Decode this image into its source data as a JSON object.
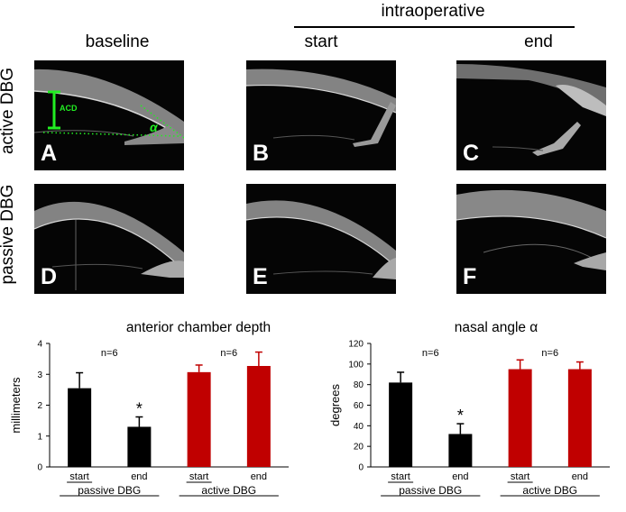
{
  "header": {
    "intraoperative": "intraoperative",
    "baseline": "baseline",
    "start": "start",
    "end": "end"
  },
  "rows": {
    "active": "active DBG",
    "passive": "passive DBG"
  },
  "panels": {
    "A": "A",
    "B": "B",
    "C": "C",
    "D": "D",
    "E": "E",
    "F": "F"
  },
  "annotations": {
    "acd": "ACD",
    "alpha": "α",
    "acd_color": "#22ee22"
  },
  "chart_data": [
    {
      "type": "bar",
      "title": "anterior chamber depth",
      "ylabel": "millimeters",
      "xlabel": "",
      "ylim": [
        0,
        4
      ],
      "yticks": [
        0,
        1,
        2,
        3,
        4
      ],
      "categories": [
        "start",
        "end",
        "start",
        "end"
      ],
      "groups": [
        "passive DBG",
        "active DBG"
      ],
      "values": [
        2.55,
        1.3,
        3.07,
        3.27
      ],
      "errors": [
        0.5,
        0.32,
        0.23,
        0.45
      ],
      "colors": [
        "#000000",
        "#000000",
        "#c00000",
        "#c00000"
      ],
      "n_labels": [
        "n=6",
        "n=6"
      ],
      "significance": [
        "",
        "*",
        "",
        ""
      ]
    },
    {
      "type": "bar",
      "title": "nasal angle α",
      "ylabel": "degrees",
      "xlabel": "",
      "ylim": [
        0,
        120
      ],
      "yticks": [
        0,
        20,
        40,
        60,
        80,
        100,
        120
      ],
      "categories": [
        "start",
        "end",
        "start",
        "end"
      ],
      "groups": [
        "passive DBG",
        "active DBG"
      ],
      "values": [
        82,
        32,
        95,
        95
      ],
      "errors": [
        10,
        10,
        9,
        7
      ],
      "colors": [
        "#000000",
        "#000000",
        "#c00000",
        "#c00000"
      ],
      "n_labels": [
        "n=6",
        "n=6"
      ],
      "significance": [
        "",
        "*",
        "",
        ""
      ]
    }
  ]
}
